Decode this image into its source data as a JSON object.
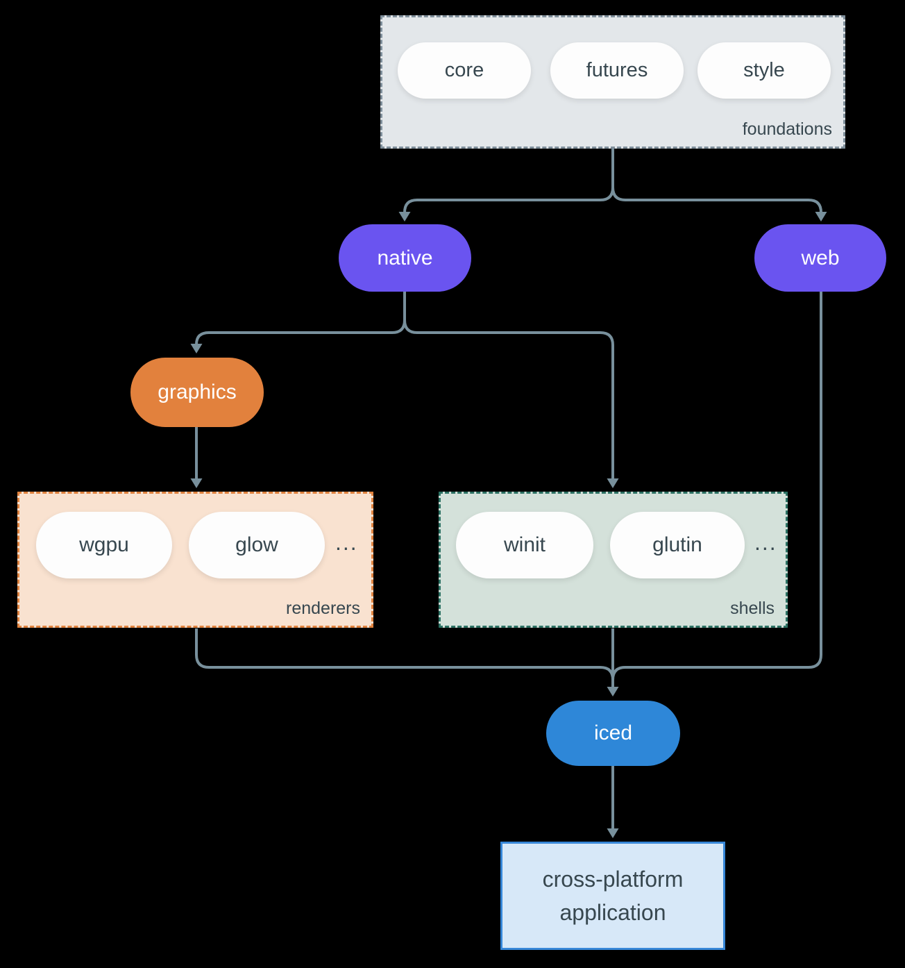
{
  "colors": {
    "bg": "#000000",
    "edge": "#78909c",
    "ink": "#37474f",
    "group_gray": "#e3e7ea",
    "group_gray_border": "#7e8e9a",
    "pill_white": "#fdfdfd",
    "purple": "#6a54f0",
    "orange": "#e2813d",
    "peach": "#f9e2d0",
    "peach_border": "#e0823e",
    "sage": "#d4e1da",
    "sage_border": "#2c7163",
    "blue": "#2e87d8",
    "lightblue": "#d7e8f8",
    "lightblue_border": "#3787d8"
  },
  "nodes": {
    "core": "core",
    "futures": "futures",
    "style": "style",
    "foundations_label": "foundations",
    "native": "native",
    "web": "web",
    "graphics": "graphics",
    "wgpu": "wgpu",
    "glow": "glow",
    "renderers_more": "...",
    "renderers_label": "renderers",
    "winit": "winit",
    "glutin": "glutin",
    "shells_more": "...",
    "shells_label": "shells",
    "iced": "iced",
    "app": "cross-platform application"
  },
  "edges": [
    {
      "from": "foundations",
      "to": "native"
    },
    {
      "from": "foundations",
      "to": "web"
    },
    {
      "from": "native",
      "to": "graphics"
    },
    {
      "from": "native",
      "to": "shells"
    },
    {
      "from": "graphics",
      "to": "renderers"
    },
    {
      "from": "renderers",
      "to": "iced"
    },
    {
      "from": "shells",
      "to": "iced"
    },
    {
      "from": "web",
      "to": "iced"
    },
    {
      "from": "iced",
      "to": "cross-platform application"
    }
  ]
}
